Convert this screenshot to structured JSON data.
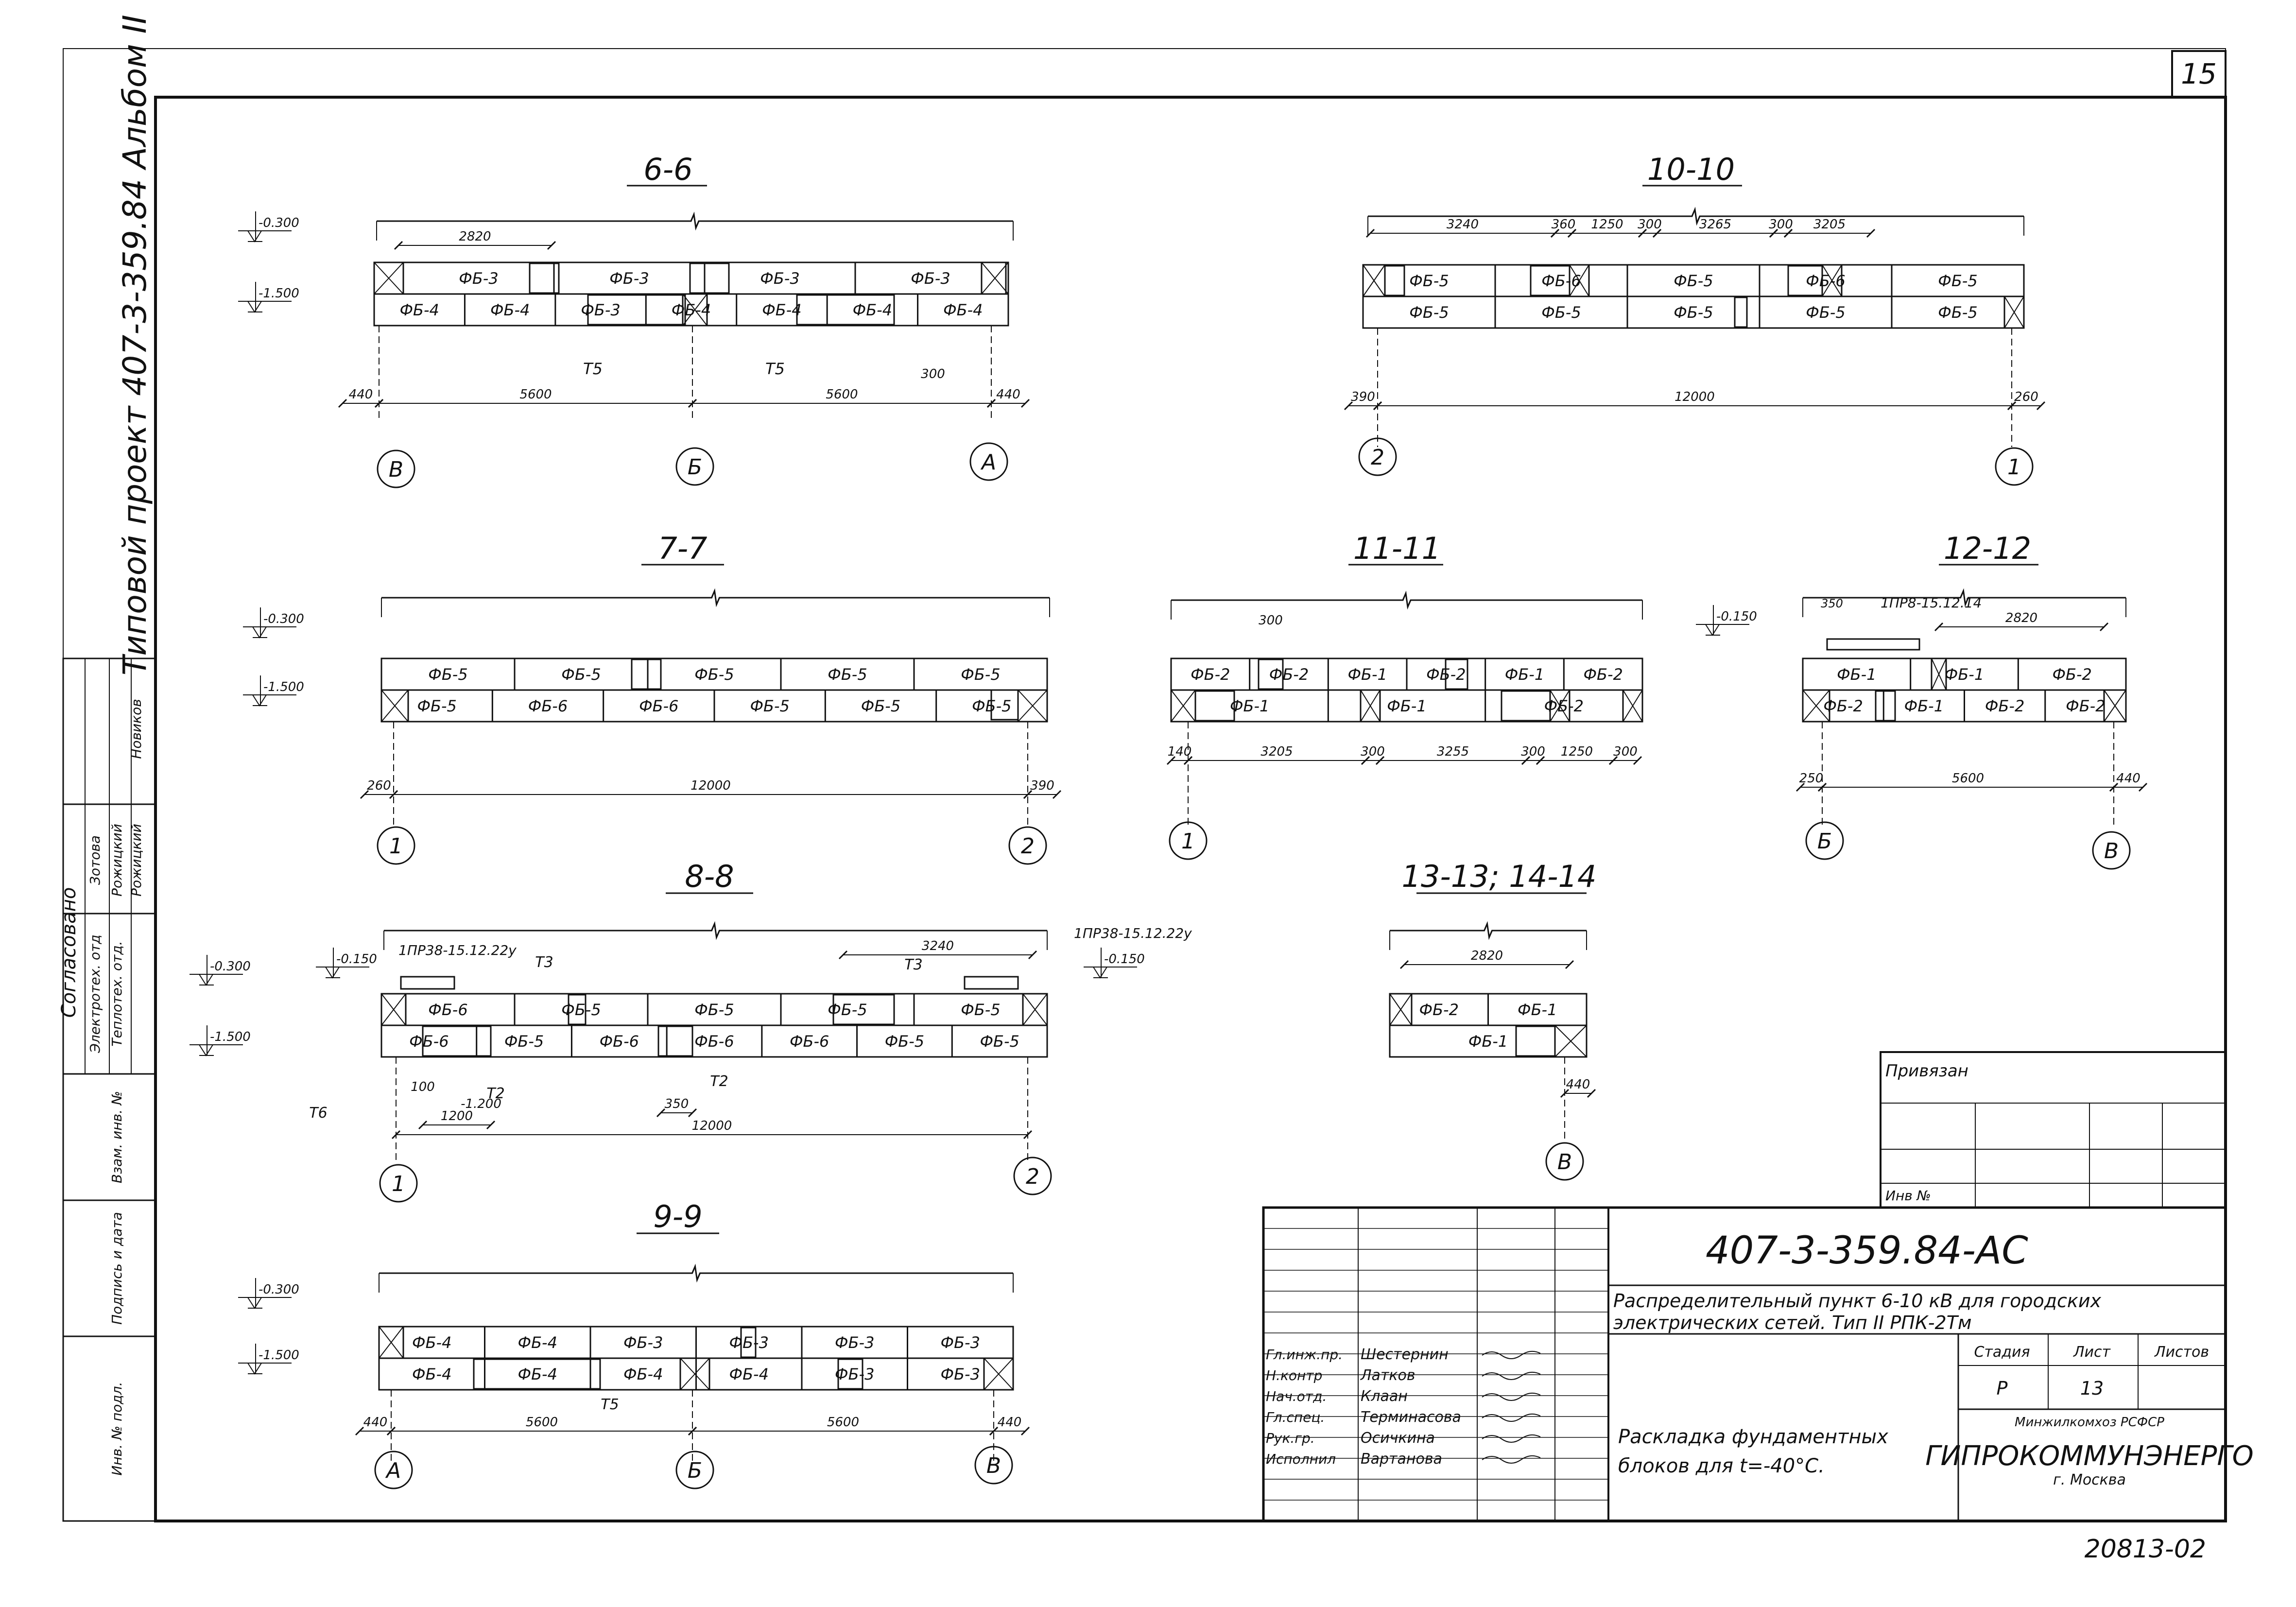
{
  "sheet": {
    "page_number": "15",
    "album_vertical": "Типовой проект 407-3-359.84 Альбом II",
    "drawing_number": "20813-02"
  },
  "side_stamp": {
    "title": "Согласовано",
    "row1": [
      "Электротех. отд",
      "Зотова",
      "Рожицкий"
    ],
    "row2": [
      "Теплотех. отд.",
      "Рожицкий",
      "Новиков"
    ],
    "cols": [
      "Взам. инв. №",
      "Подпись и дата",
      "Инв. № подл."
    ]
  },
  "sections": {
    "s66": {
      "title": "6-6",
      "levels": [
        "-0.300",
        "-1.500"
      ],
      "top_dim": "2820",
      "top_blocks": [
        "ФБ-3",
        "ФБ-3",
        "ФБ-3",
        "ФБ-3"
      ],
      "bot_blocks": [
        "ФБ-4",
        "ФБ-4",
        "ФБ-3",
        "ФБ-4",
        "ФБ-4",
        "ФБ-4",
        "ФБ-4"
      ],
      "t_labels": [
        "T5",
        "T5"
      ],
      "dims": [
        "440",
        "5600",
        "5600",
        "440",
        "300"
      ],
      "axes": [
        "В",
        "Б",
        "А"
      ]
    },
    "s77": {
      "title": "7-7",
      "levels": [
        "-0.300",
        "-1.500"
      ],
      "top_blocks": [
        "ФБ-5",
        "ФБ-5",
        "ФБ-5",
        "ФБ-5",
        "ФБ-5"
      ],
      "bot_blocks": [
        "ФБ-5",
        "ФБ-6",
        "ФБ-6",
        "ФБ-5",
        "ФБ-5",
        "ФБ-5"
      ],
      "dims": [
        "260",
        "12000",
        "390"
      ],
      "axes": [
        "1",
        "2"
      ]
    },
    "s88": {
      "title": "8-8",
      "levels": [
        "-0.300",
        "-0.150",
        "-1.500",
        "-0.150"
      ],
      "marks": [
        "1ПР38-15.12.22у",
        "1ПР38-15.12.22у"
      ],
      "t_labels": [
        "T3",
        "T3",
        "T6",
        "T2",
        "T2"
      ],
      "top_dim": "3240",
      "top_blocks": [
        "ФБ-6",
        "ФБ-5",
        "ФБ-5",
        "ФБ-5",
        "ФБ-5"
      ],
      "bot_blocks": [
        "ФБ-6",
        "ФБ-5",
        "ФБ-6",
        "ФБ-6",
        "ФБ-6",
        "ФБ-5",
        "ФБ-5"
      ],
      "dims": [
        "100",
        "-1.200",
        "1200",
        "350",
        "12000"
      ],
      "axes": [
        "1",
        "2"
      ]
    },
    "s99": {
      "title": "9-9",
      "levels": [
        "-0.300",
        "-1.500"
      ],
      "top_blocks": [
        "ФБ-4",
        "ФБ-4",
        "ФБ-3",
        "ФБ-3",
        "ФБ-3",
        "ФБ-3"
      ],
      "bot_blocks": [
        "ФБ-4",
        "ФБ-4",
        "ФБ-4",
        "ФБ-4",
        "ФБ-3",
        "ФБ-3"
      ],
      "t_labels": [
        "T5"
      ],
      "dims": [
        "440",
        "5600",
        "5600",
        "440"
      ],
      "axes": [
        "А",
        "Б",
        "В"
      ]
    },
    "s1010": {
      "title": "10-10",
      "top_dims": [
        "3240",
        "360",
        "1250",
        "300",
        "3265",
        "300",
        "3205"
      ],
      "top_blocks": [
        "ФБ-5",
        "ФБ-6",
        "ФБ-5",
        "ФБ-6",
        "ФБ-5"
      ],
      "bot_blocks": [
        "ФБ-5",
        "ФБ-5",
        "ФБ-5",
        "ФБ-5",
        "ФБ-5"
      ],
      "dims": [
        "390",
        "12000",
        "260"
      ],
      "axes": [
        "2",
        "1"
      ]
    },
    "s1111": {
      "title": "11-11",
      "top_dim": "300",
      "top_blocks": [
        "ФБ-2",
        "ФБ-2",
        "ФБ-1",
        "ФБ-2",
        "ФБ-1",
        "ФБ-2"
      ],
      "bot_blocks": [
        "ФБ-1",
        "ФБ-1",
        "ФБ-2"
      ],
      "dims": [
        "140",
        "3205",
        "300",
        "3255",
        "300",
        "1250",
        "300"
      ],
      "axes": [
        "1"
      ]
    },
    "s1212": {
      "title": "12-12",
      "levels": [
        "-0.150"
      ],
      "top_dims": [
        "350",
        "2820"
      ],
      "mark": "1ПР8-15.12.14",
      "top_blocks": [
        "ФБ-1",
        "ФБ-1",
        "ФБ-2"
      ],
      "bot_blocks": [
        "ФБ-2",
        "ФБ-1",
        "ФБ-2",
        "ФБ-2"
      ],
      "dims": [
        "250",
        "5600",
        "440"
      ],
      "axes": [
        "Б",
        "В"
      ]
    },
    "s1314": {
      "title": "13-13; 14-14",
      "top_dim": "2820",
      "top_blocks": [
        "ФБ-2",
        "ФБ-1"
      ],
      "bot_blocks": [
        "ФБ-1"
      ],
      "dims": [
        "440"
      ],
      "axes": [
        "В"
      ]
    }
  },
  "title_block": {
    "bound_label": "Привязан",
    "inv_label": "Инв №",
    "code": "407-3-359.84-АС",
    "description_line1": "Распределительный пункт 6-10 кВ для городских",
    "description_line2": "электрических сетей. Тип II РПК-2Тм",
    "sheet_title_line1": "Раскладка фундаментных",
    "sheet_title_line2": "блоков для t=-40°С.",
    "stage_label": "Стадия",
    "sheet_label": "Лист",
    "sheets_label": "Листов",
    "stage_value": "Р",
    "sheet_value": "13",
    "sheets_value": "",
    "org_top": "Минжилкомхоз РСФСР",
    "org_name": "ГИПРОКОММУНЭНЕРГО",
    "org_city": "г. Москва",
    "staff": [
      {
        "role": "Гл.инж.пр.",
        "name": "Шестернин"
      },
      {
        "role": "Н.контр",
        "name": "Латков"
      },
      {
        "role": "Нач.отд.",
        "name": "Клаан"
      },
      {
        "role": "Гл.спец.",
        "name": "Терминасова"
      },
      {
        "role": "Рук.гр.",
        "name": "Осичкина"
      },
      {
        "role": "Исполнил",
        "name": "Вартанова"
      }
    ]
  }
}
